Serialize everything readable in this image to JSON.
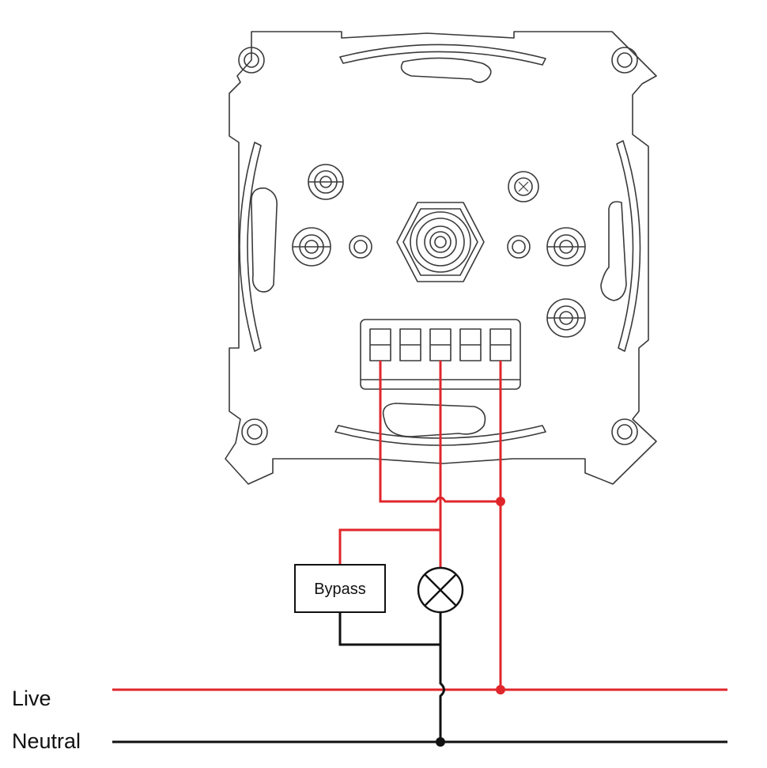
{
  "labels": {
    "live": "Live",
    "neutral": "Neutral",
    "bypass": "Bypass"
  },
  "colors": {
    "live_wire": "#e0262b",
    "neutral_wire": "#111111",
    "outline": "#3a3a3a"
  },
  "icons": {
    "lamp": "lamp-symbol-icon",
    "junction": "junction-dot-icon",
    "rotary_shaft": "rotary-shaft-icon"
  }
}
